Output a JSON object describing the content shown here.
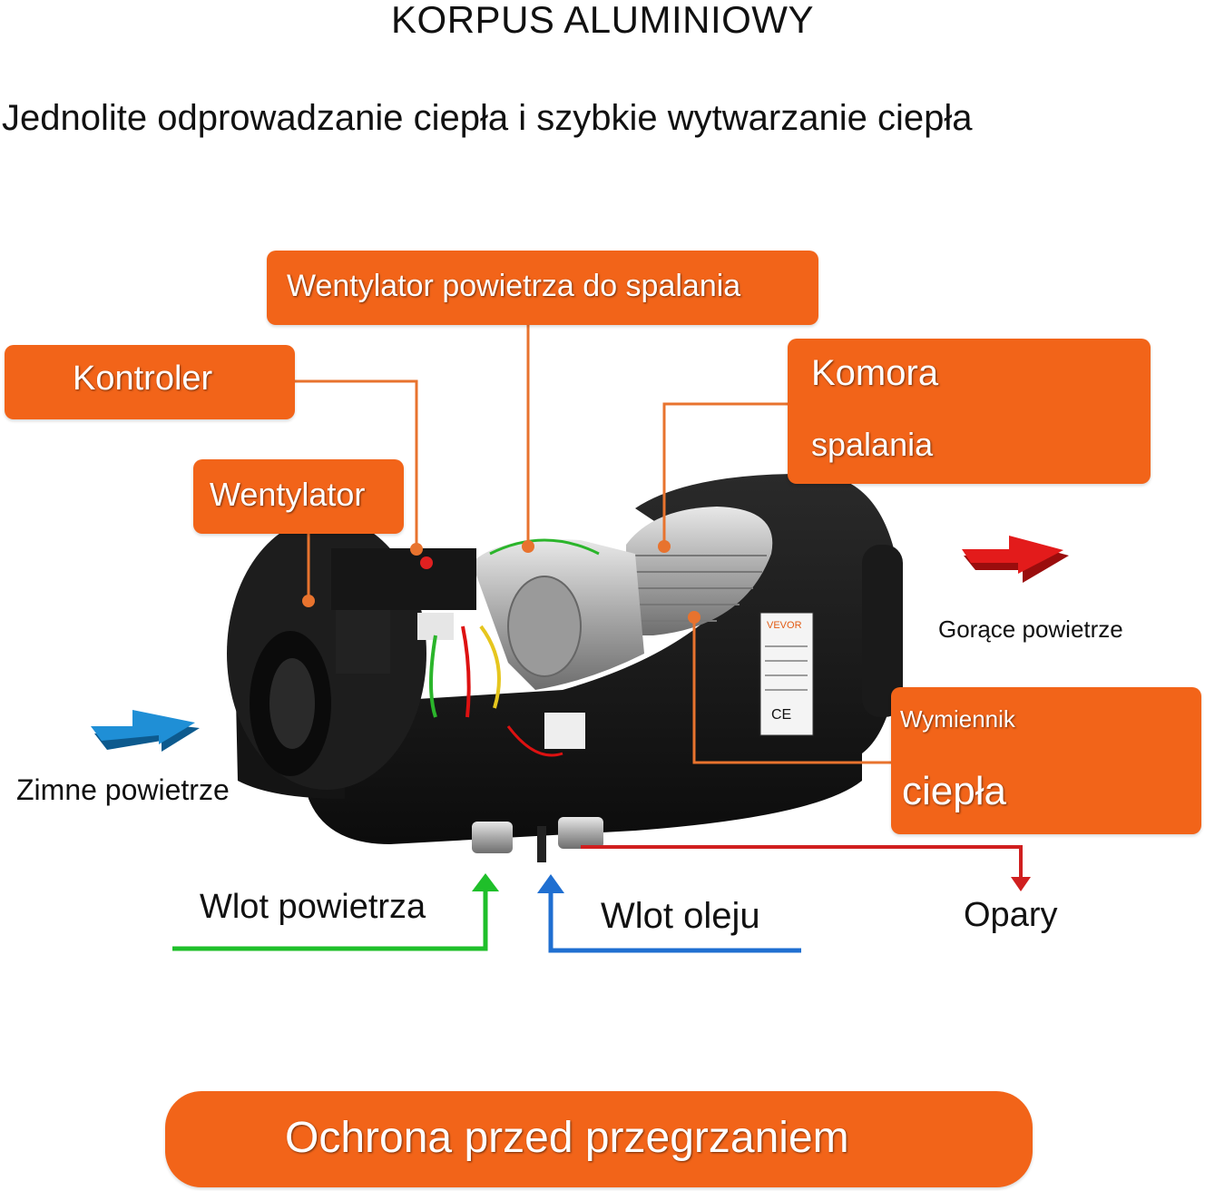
{
  "title": "KORPUS ALUMINIOWY",
  "subtitle": "Jednolite odprowadzanie ciepła i szybkie wytwarzanie ciepła",
  "callouts": {
    "combustion_fan": "Wentylator powietrza do spalania",
    "controller": "Kontroler",
    "fan": "Wentylator",
    "chamber_line1": "Komora",
    "chamber_line2": "spalania",
    "exchanger_line1": "Wymiennik",
    "exchanger_line2": "ciepła"
  },
  "flow_labels": {
    "hot_air": "Gorące powietrze",
    "cold_air": "Zimne powietrze",
    "air_inlet": "Wlot powietrza",
    "oil_inlet": "Wlot oleju",
    "fumes": "Opary"
  },
  "device_label": {
    "brand": "VEVOR",
    "cert": "CE"
  },
  "footer": "Ochrona przed przegrzaniem",
  "colors": {
    "callout_orange": "#f26419",
    "leader_line": "#e8732e",
    "hot_arrow": "#e31b1b",
    "cold_arrow": "#1f8fd6",
    "air_line": "#1fbf2a",
    "oil_line": "#1f6fd1",
    "fumes_line": "#d01f1f",
    "body_black": "#141414"
  }
}
